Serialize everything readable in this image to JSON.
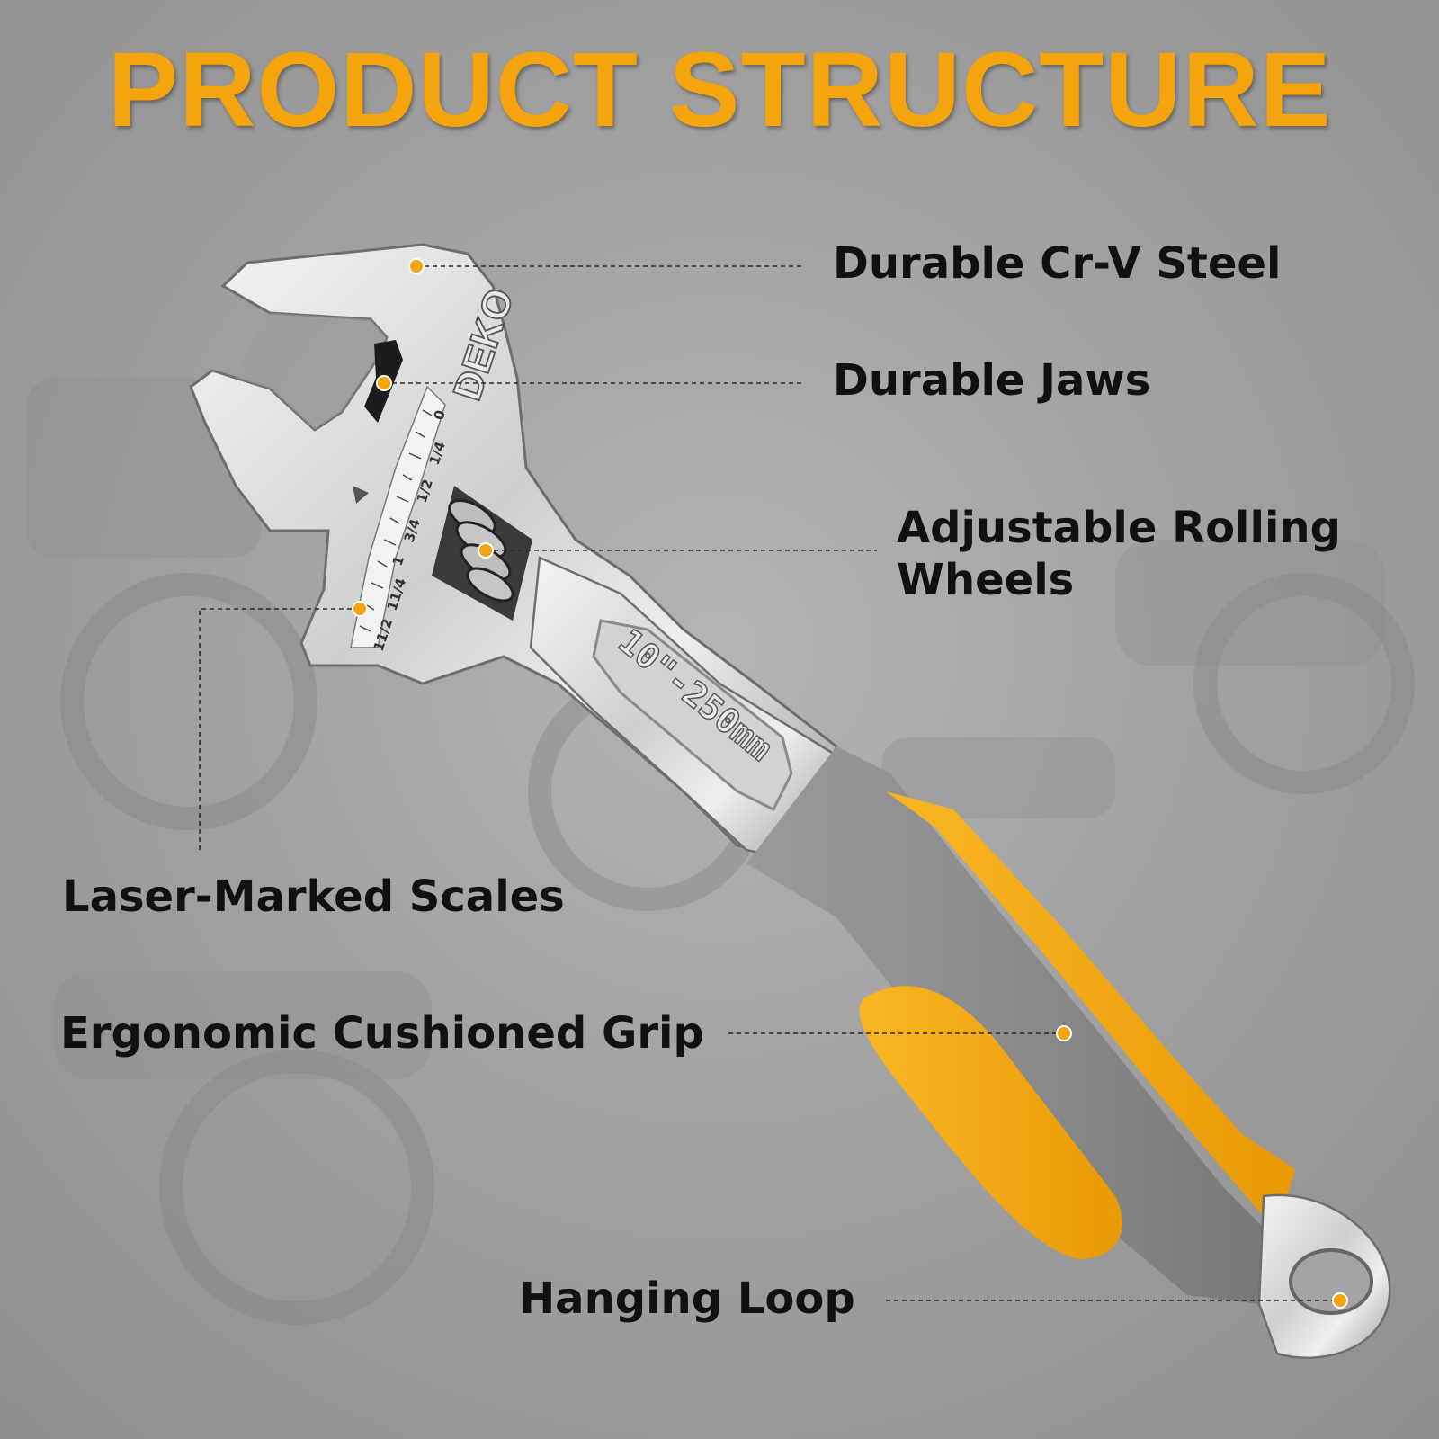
{
  "title": "PRODUCT STRUCTURE",
  "colors": {
    "title": "#f5a40c",
    "accent": "#f6a20d",
    "label_text": "#111111",
    "background": "#a2a2a2",
    "grip_gray": "#8c8c8c",
    "steel": "#d9d9d9"
  },
  "product": {
    "brand": "DEKO",
    "size_marking": "10\"-250mm",
    "scale_marks": [
      "0",
      "1/4",
      "1/2",
      "3/4",
      "1",
      "11/4",
      "11/2"
    ]
  },
  "callouts": [
    {
      "id": "steel",
      "label": "Durable Cr-V Steel"
    },
    {
      "id": "jaws",
      "label": "Durable Jaws"
    },
    {
      "id": "wheels",
      "label_line1": "Adjustable Rolling",
      "label_line2": "Wheels"
    },
    {
      "id": "scales",
      "label": "Laser-Marked Scales"
    },
    {
      "id": "grip",
      "label": "Ergonomic Cushioned Grip"
    },
    {
      "id": "loop",
      "label": "Hanging Loop"
    }
  ]
}
